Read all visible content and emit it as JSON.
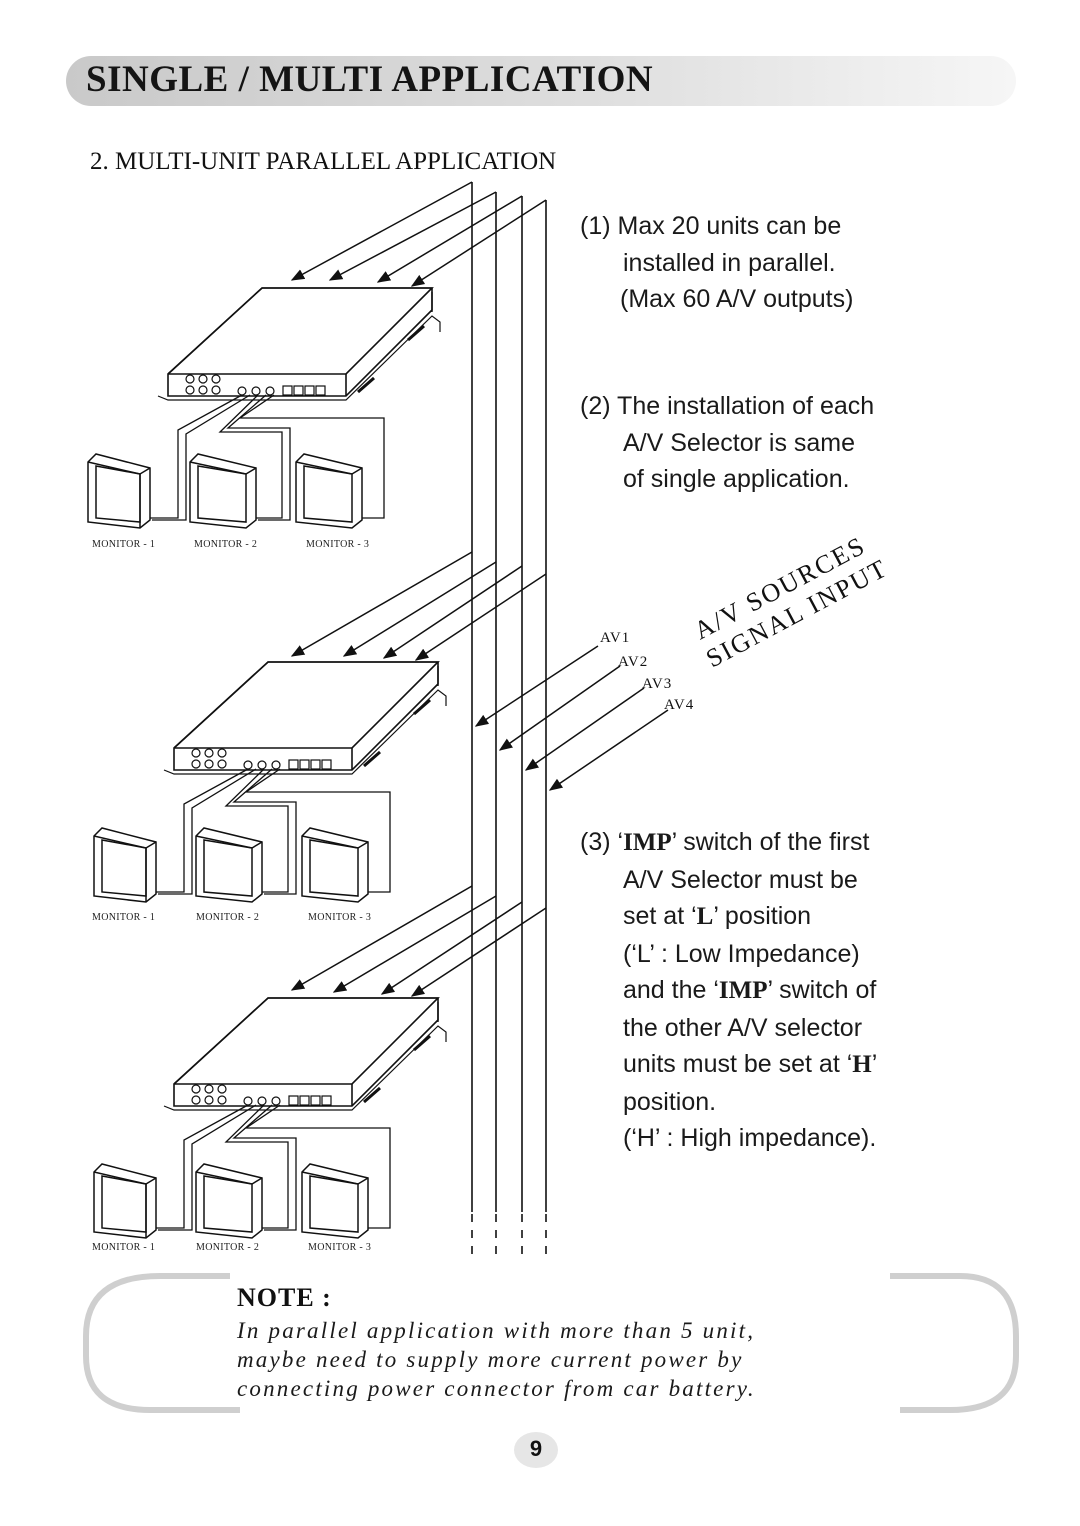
{
  "header": {
    "title": "SINGLE / MULTI APPLICATION",
    "section": "2. MULTI-UNIT PARALLEL APPLICATION"
  },
  "notes": {
    "n1": [
      "(1) Max 20 units can be",
      "installed in parallel.",
      "(Max 60 A/V outputs)"
    ],
    "n2": [
      "(2) The installation of each",
      "A/V Selector is same",
      "of single application."
    ],
    "n3_pre": "(3) ‘",
    "n3_imp": "IMP",
    "n3_post": "’ switch of the first",
    "n3_l2": "A/V Selector must be",
    "n3_l3_pre": "set at ‘",
    "n3_l3_L": "L",
    "n3_l3_post": "’ position",
    "n3_l4": "(‘L’ : Low Impedance)",
    "n3_l5_pre": "and the ‘",
    "n3_l5_imp": "IMP",
    "n3_l5_post": "’ switch of",
    "n3_l6": "the other A/V selector",
    "n3_l7_pre": "units must be set at ‘",
    "n3_l7_H": "H",
    "n3_l7_post": "’",
    "n3_l8": "position.",
    "n3_l9": "(‘H’ : High impedance)."
  },
  "diagram": {
    "monitor_labels": [
      "MONITOR - 1",
      "MONITOR - 2",
      "MONITOR - 3"
    ],
    "av_labels": [
      "AV1",
      "AV2",
      "AV3",
      "AV4"
    ],
    "sources_text_1": "A/V SOURCES",
    "sources_text_2": "SIGNAL INPUT"
  },
  "note": {
    "title": "NOTE :",
    "lines": [
      "In parallel application with more than 5 unit,",
      "maybe need to supply more current power by",
      "connecting power connector from car battery."
    ]
  },
  "page_number": "9"
}
